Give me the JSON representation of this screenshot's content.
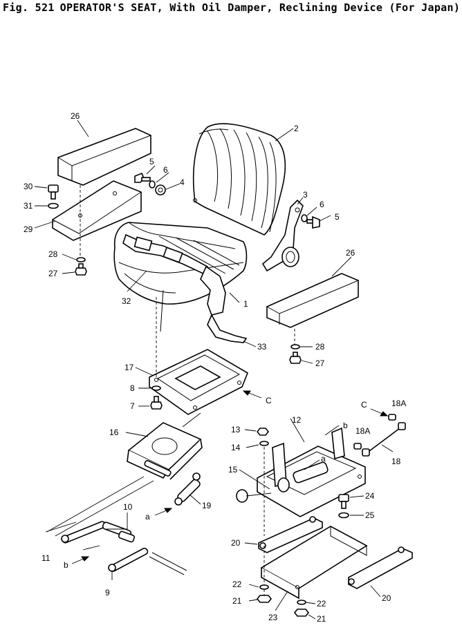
{
  "figure": {
    "number": "Fig. 521",
    "title": "OPERATOR'S SEAT, With Oil Damper, Reclining Device (For Japan)"
  },
  "callouts": [
    {
      "id": "c-26a",
      "text": "26"
    },
    {
      "id": "c-2",
      "text": "2"
    },
    {
      "id": "c-5a",
      "text": "5"
    },
    {
      "id": "c-6a",
      "text": "6"
    },
    {
      "id": "c-4",
      "text": "4"
    },
    {
      "id": "c-30",
      "text": "30"
    },
    {
      "id": "c-31",
      "text": "31"
    },
    {
      "id": "c-29",
      "text": "29"
    },
    {
      "id": "c-3",
      "text": "3"
    },
    {
      "id": "c-6b",
      "text": "6"
    },
    {
      "id": "c-5b",
      "text": "5"
    },
    {
      "id": "c-28a",
      "text": "28"
    },
    {
      "id": "c-27a",
      "text": "27"
    },
    {
      "id": "c-26b",
      "text": "26"
    },
    {
      "id": "c-32",
      "text": "32"
    },
    {
      "id": "c-1",
      "text": "1"
    },
    {
      "id": "c-33",
      "text": "33"
    },
    {
      "id": "c-28b",
      "text": "28"
    },
    {
      "id": "c-27b",
      "text": "27"
    },
    {
      "id": "c-17",
      "text": "17"
    },
    {
      "id": "c-8",
      "text": "8"
    },
    {
      "id": "c-7",
      "text": "7"
    },
    {
      "id": "c-C1",
      "text": "C"
    },
    {
      "id": "c-C2",
      "text": "C"
    },
    {
      "id": "c-18A1",
      "text": "18A"
    },
    {
      "id": "c-16",
      "text": "16"
    },
    {
      "id": "c-13",
      "text": "13"
    },
    {
      "id": "c-12",
      "text": "12"
    },
    {
      "id": "c-b1",
      "text": "b"
    },
    {
      "id": "c-14",
      "text": "14"
    },
    {
      "id": "c-18A2",
      "text": "18A"
    },
    {
      "id": "c-18",
      "text": "18"
    },
    {
      "id": "c-a1",
      "text": "a"
    },
    {
      "id": "c-15",
      "text": "15"
    },
    {
      "id": "c-19",
      "text": "19"
    },
    {
      "id": "c-a2",
      "text": "a"
    },
    {
      "id": "c-24",
      "text": "24"
    },
    {
      "id": "c-10",
      "text": "10"
    },
    {
      "id": "c-25",
      "text": "25"
    },
    {
      "id": "c-20a",
      "text": "20"
    },
    {
      "id": "c-11",
      "text": "11"
    },
    {
      "id": "c-b2",
      "text": "b"
    },
    {
      "id": "c-9",
      "text": "9"
    },
    {
      "id": "c-22a",
      "text": "22"
    },
    {
      "id": "c-20b",
      "text": "20"
    },
    {
      "id": "c-21a",
      "text": "21"
    },
    {
      "id": "c-22b",
      "text": "22"
    },
    {
      "id": "c-23",
      "text": "23"
    },
    {
      "id": "c-21b",
      "text": "21"
    }
  ]
}
